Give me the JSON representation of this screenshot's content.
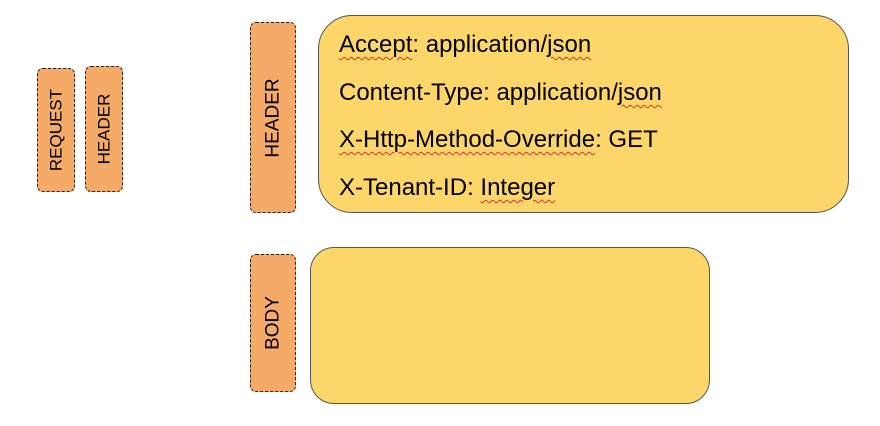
{
  "left_tags": {
    "request": "REQUEST",
    "header": "HEADER"
  },
  "header_section": {
    "tag": "HEADER",
    "lines": [
      {
        "key": "Accept",
        "sep": ": ",
        "value": "application/json",
        "flagged": [
          "Accept",
          "json"
        ]
      },
      {
        "key": "Content-Type",
        "sep": ": ",
        "value": "application/json",
        "flagged": [
          "json"
        ]
      },
      {
        "key": "X-Http-Method-Override",
        "sep": ": ",
        "value": "GET",
        "flagged": [
          "X-Http-Method-Override"
        ]
      },
      {
        "key": "X-Tenant-ID",
        "sep": ": ",
        "value": "Integer",
        "flagged": [
          "Integer"
        ]
      }
    ]
  },
  "body_section": {
    "tag": "BODY",
    "content": ""
  },
  "colors": {
    "tag_fill": "#f5aa68",
    "box_fill": "#fcd669",
    "spellcheck_underline": "#d9342b"
  }
}
